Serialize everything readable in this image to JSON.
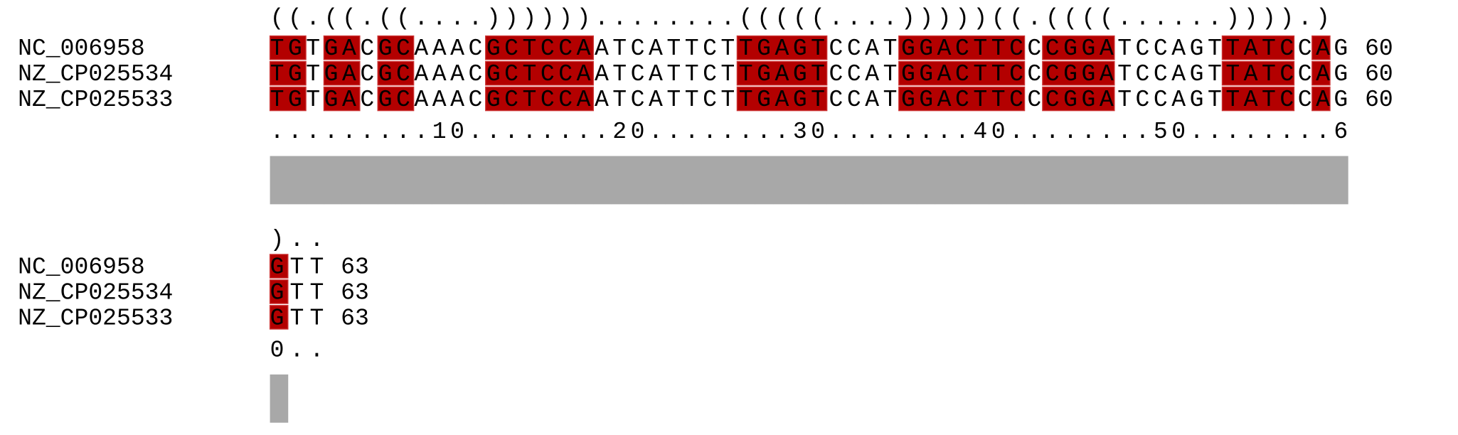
{
  "colors": {
    "paired": "#b30000",
    "paired_border": "#cc3333",
    "conservation_bar": "#a8a8a8",
    "text": "#000000",
    "background": "#ffffff"
  },
  "blocks": [
    {
      "structure": "((.((.((....))))))........(((((....)))))((.((((......)))).)",
      "ruler": ".........10........20........30........40........50........6",
      "rows": [
        {
          "name": "NC_006958",
          "sequence": "TGTGACGCAAACGCTCCAATCATTCTTGAGTCCATGGACTTCCCGGATCCAGTTATCCAG",
          "end": "60"
        },
        {
          "name": "NZ_CP025534",
          "sequence": "TGTGACGCAAACGCTCCAATCATTCTTGAGTCCATGGACTTCCCGGATCCAGTTATCCAG",
          "end": "60"
        },
        {
          "name": "NZ_CP025533",
          "sequence": "TGTGACGCAAACGCTCCAATCATTCTTGAGTCCATGGACTTCCCGGATCCAGTTATCCAG",
          "end": "60"
        }
      ],
      "conservation": [
        1,
        1,
        1,
        1,
        1,
        1,
        1,
        1,
        1,
        1,
        1,
        1,
        1,
        1,
        1,
        1,
        1,
        1,
        1,
        1,
        1,
        1,
        1,
        1,
        1,
        1,
        1,
        1,
        1,
        1,
        1,
        1,
        1,
        1,
        1,
        1,
        1,
        1,
        1,
        1,
        1,
        1,
        1,
        1,
        1,
        1,
        1,
        1,
        1,
        1,
        1,
        1,
        1,
        1,
        1,
        1,
        1,
        1,
        1,
        1
      ]
    },
    {
      "structure": ")..",
      "ruler": "0..",
      "rows": [
        {
          "name": "NC_006958",
          "sequence": "GTT",
          "end": "63"
        },
        {
          "name": "NZ_CP025534",
          "sequence": "GTT",
          "end": "63"
        },
        {
          "name": "NZ_CP025533",
          "sequence": "GTT",
          "end": "63"
        }
      ],
      "conservation": [
        1,
        0,
        0
      ]
    }
  ]
}
